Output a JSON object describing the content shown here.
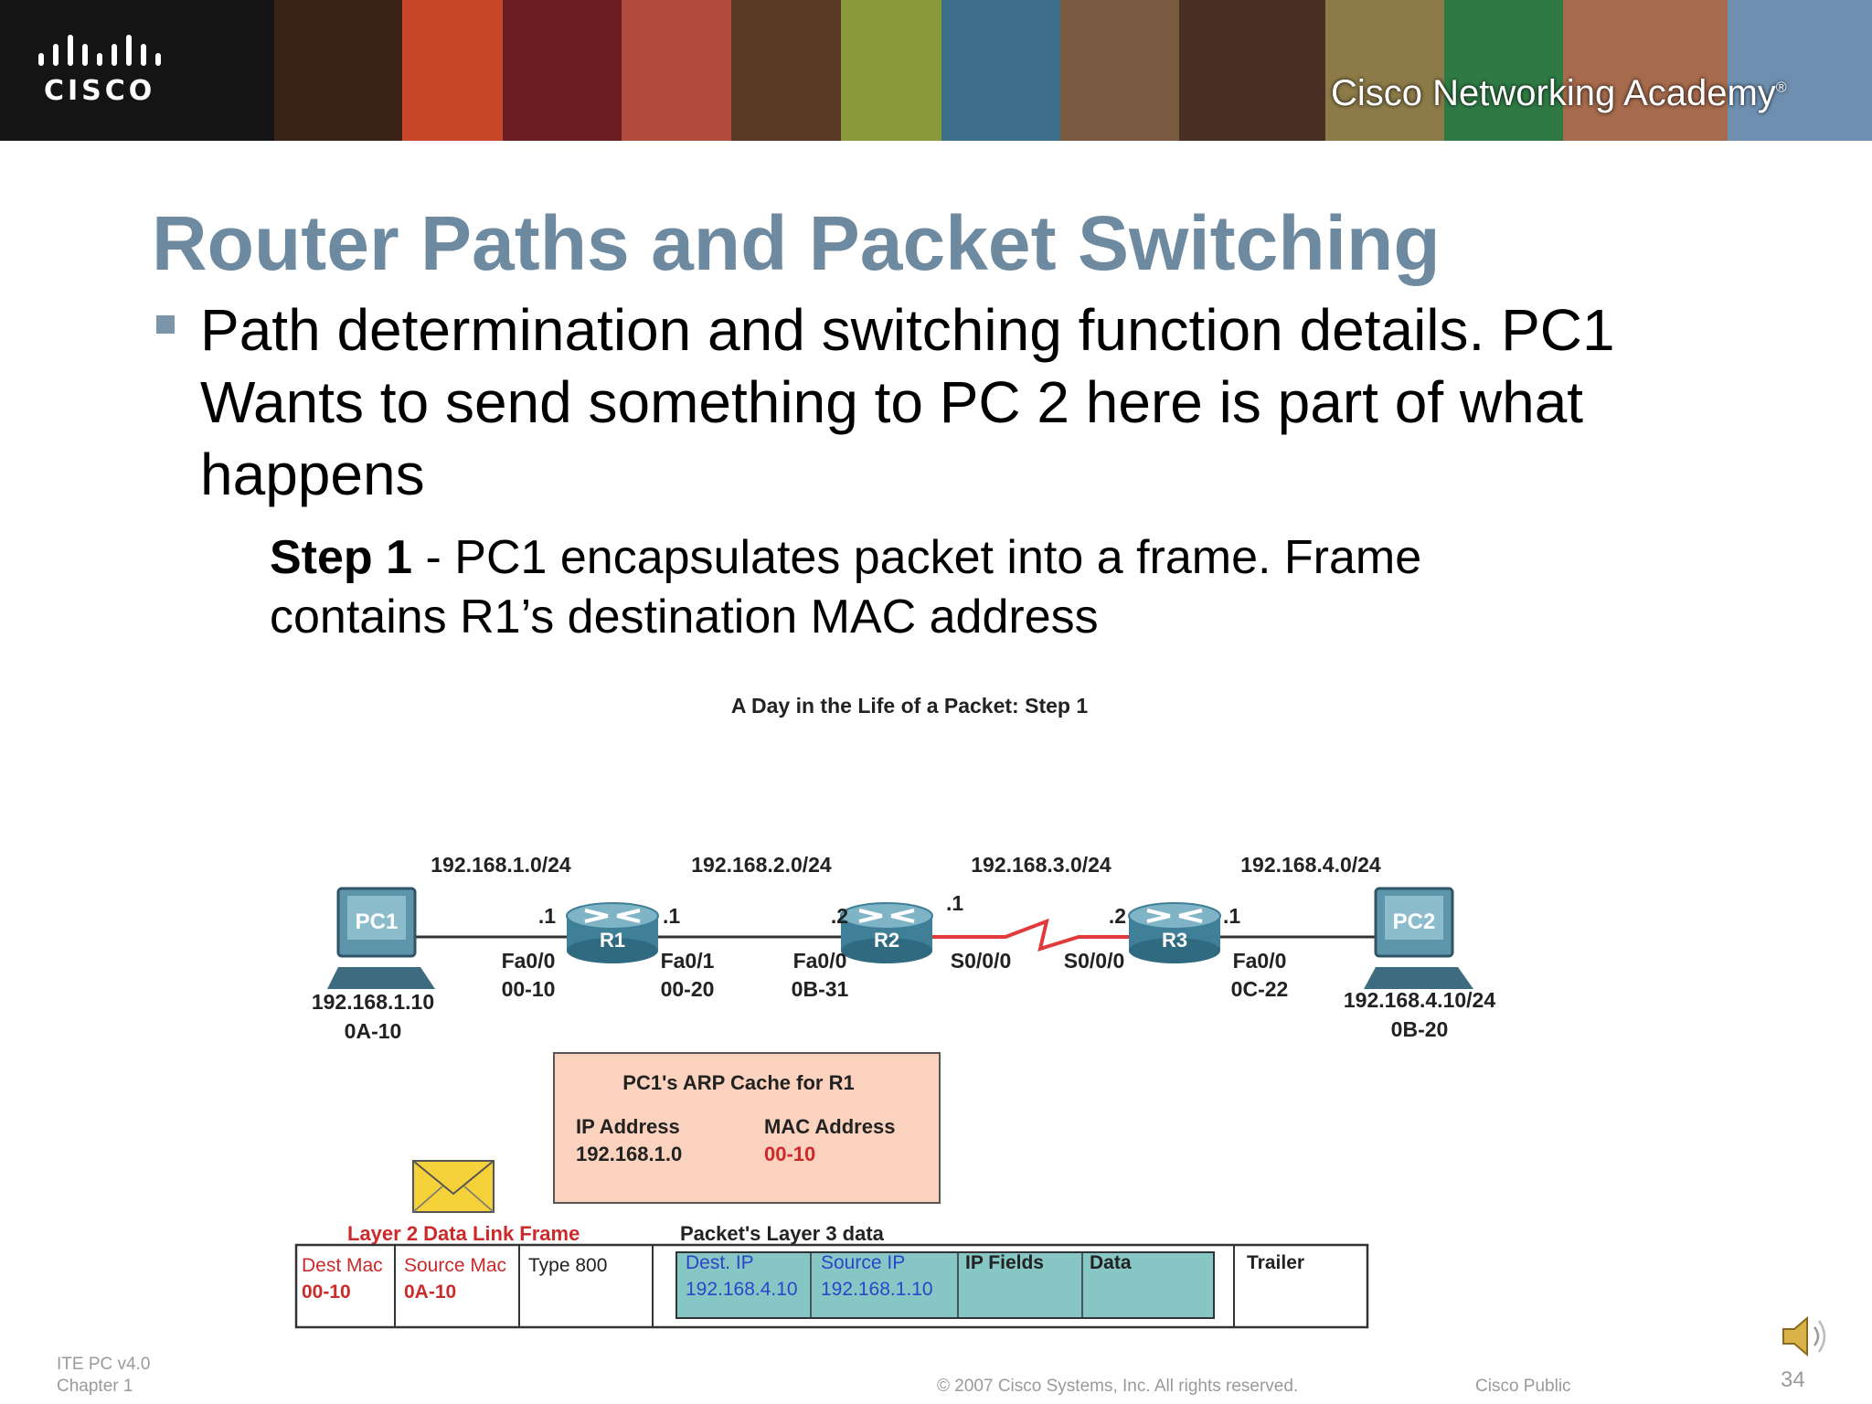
{
  "header": {
    "logo_text": "CISCO",
    "academy_name": "Cisco Networking Academy",
    "academy_mark": "®"
  },
  "slide": {
    "title": "Router Paths and Packet Switching",
    "bullet": "Path determination and switching function details.  PC1 Wants to send something to PC 2 here is part of what happens",
    "step_label": "Step 1",
    "step_text": " - PC1 encapsulates packet into a frame.  Frame contains R1’s destination MAC address"
  },
  "diagram": {
    "title": "A Day in the Life of a Packet: Step 1",
    "networks": [
      "192.168.1.0/24",
      "192.168.2.0/24",
      "192.168.3.0/24",
      "192.168.4.0/24"
    ],
    "pc1": {
      "label": "PC1",
      "ip": "192.168.1.10",
      "mac": "0A-10"
    },
    "pc2": {
      "label": "PC2",
      "ip": "192.168.4.10/24",
      "mac": "0B-20"
    },
    "r1": {
      "label": "R1",
      "left_octet": ".1",
      "right_octet": ".1",
      "left_if": "Fa0/0",
      "left_mac": "00-10",
      "right_if": "Fa0/1",
      "right_mac": "00-20"
    },
    "r2": {
      "label": "R2",
      "left_octet": ".2",
      "right_octet": ".1",
      "left_if": "Fa0/0",
      "left_mac": "0B-31",
      "right_if": "S0/0/0"
    },
    "r3": {
      "label": "R3",
      "left_octet": ".2",
      "right_octet": ".1",
      "left_if": "S0/0/0",
      "right_if": "Fa0/0",
      "right_mac": "0C-22"
    },
    "arp": {
      "title": "PC1's ARP Cache for R1",
      "ip_header": "IP Address",
      "mac_header": "MAC Address",
      "ip": "192.168.1.0",
      "mac": "00-10"
    },
    "frame": {
      "l2_label": "Layer 2 Data Link Frame",
      "l3_label": "Packet's Layer 3 data",
      "dest_mac_label": "Dest Mac",
      "dest_mac": "00-10",
      "src_mac_label": "Source Mac",
      "src_mac": "0A-10",
      "type": "Type 800",
      "dest_ip_label": "Dest. IP",
      "dest_ip": "192.168.4.10",
      "src_ip_label": "Source IP",
      "src_ip": "192.168.1.10",
      "ip_fields": "IP Fields",
      "data": "Data",
      "trailer": "Trailer"
    }
  },
  "footer": {
    "course": "ITE PC v4.0",
    "chapter": "Chapter 1",
    "copyright": "© 2007 Cisco Systems, Inc. All rights reserved.",
    "classification": "Cisco Public",
    "page": "34"
  },
  "colors": {
    "title": "#6e8aa0",
    "arp_box": "#fbd2bd",
    "frame_red": "#cc2a2a",
    "packet_teal": "#86c7c6",
    "ip_blue": "#2c45c8",
    "serial_link": "#e23a3a"
  }
}
